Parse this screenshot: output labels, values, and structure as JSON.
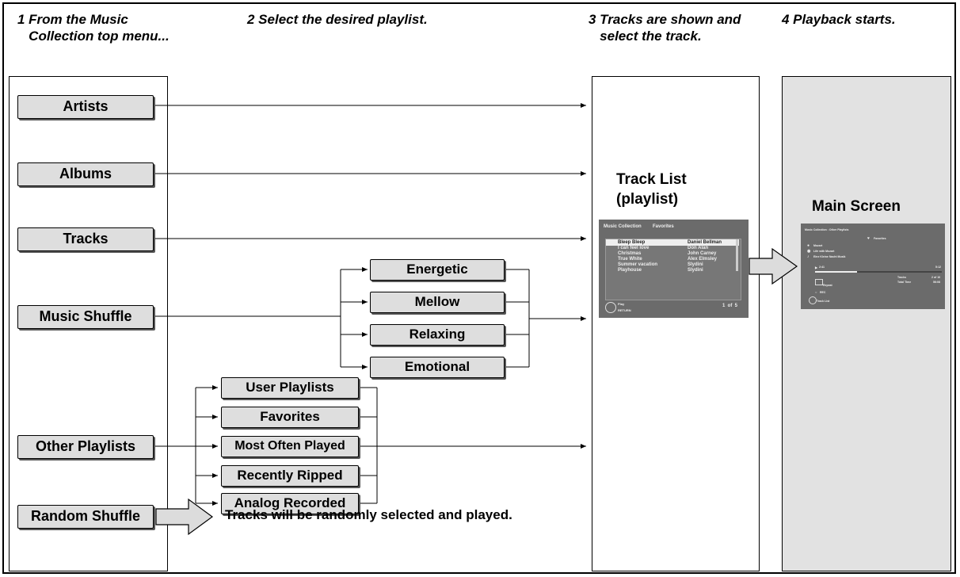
{
  "steps": {
    "s1": "1 From the Music\n   Collection top menu...",
    "s2": "2 Select the desired playlist.",
    "s3": "3 Tracks are shown and\n   select the track.",
    "s4": "4 Playback starts."
  },
  "menu": {
    "artists": "Artists",
    "albums": "Albums",
    "tracks": "Tracks",
    "music_shuffle": "Music Shuffle",
    "other_playlists": "Other Playlists",
    "random_shuffle": "Random Shuffle"
  },
  "moods": [
    "Energetic",
    "Mellow",
    "Relaxing",
    "Emotional"
  ],
  "playlists": [
    "User Playlists",
    "Favorites",
    "Most Often Played",
    "Recently Ripped",
    "Analog Recorded"
  ],
  "random_note": "Tracks will be randomly selected and played.",
  "track_list": {
    "title": "Track List\n(playlist)",
    "header_left": "Music Collection",
    "header_right": "Favorites",
    "rows": [
      {
        "title": "Bleep Bleep",
        "artist": "Daniel Bellman"
      },
      {
        "title": "I can feel love",
        "artist": "Don Alan"
      },
      {
        "title": "Christmas",
        "artist": "John Carney"
      },
      {
        "title": "True White",
        "artist": "Alex Elmsley"
      },
      {
        "title": "Summer vacation",
        "artist": "Slydini"
      },
      {
        "title": "Playhouse",
        "artist": "Slydini"
      }
    ],
    "play_label": "Play",
    "return_label": "RETURN",
    "page": "1  of  5"
  },
  "main_screen": {
    "title": "Main Screen",
    "header": "Music Collection : Other Playlists",
    "playlist": "Favorites",
    "artist": "Mozart",
    "album": "Life with Mozart",
    "track": "Eine Kleine Nacht Musik",
    "elapsed": "2:41",
    "total": "5:12",
    "tracks_label": "Tracks",
    "tracks_value": "2 of 10",
    "total_time_label": "Total Time",
    "total_time_value": "56:08",
    "repeat": "Repeat",
    "rec": "REC",
    "track_list": "Track List"
  },
  "colors": {
    "button_fill": "#dedede",
    "screen_bg": "#6b6b6b",
    "main_panel_bg": "#e2e2e2"
  }
}
